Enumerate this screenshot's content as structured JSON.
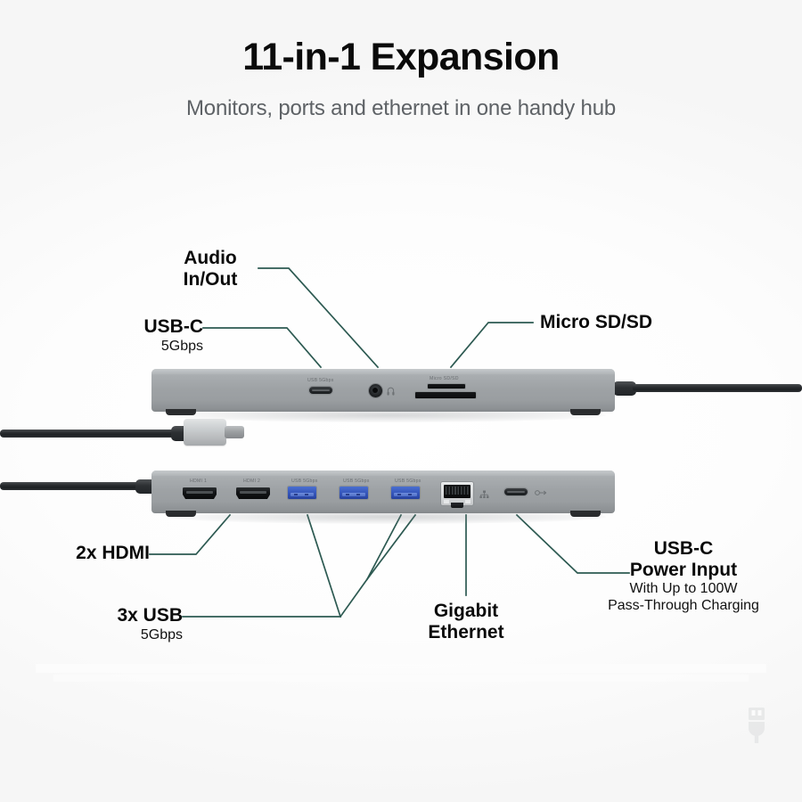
{
  "header": {
    "title": "11-in-1 Expansion",
    "subtitle": "Monitors, ports and ethernet in one handy hub"
  },
  "colors": {
    "leader_line": "#2d5a52",
    "title_text": "#0a0a0a",
    "subtitle_text": "#5e6266",
    "hub_body": "#9ea2a5",
    "usb_a_blue": "#3a5cc0",
    "background": "#ffffff"
  },
  "callouts": [
    {
      "id": "audio",
      "label": "Audio\nIn/Out",
      "line1": "Audio",
      "line2": "In/Out",
      "sub": ""
    },
    {
      "id": "usbc-data",
      "label": "USB-C",
      "line1": "USB-C",
      "line2": "",
      "sub": "5Gbps"
    },
    {
      "id": "microsd",
      "label": "Micro SD/SD",
      "line1": "Micro SD/SD",
      "line2": "",
      "sub": ""
    },
    {
      "id": "hdmi",
      "label": "2x HDMI",
      "line1": "2x HDMI",
      "line2": "",
      "sub": ""
    },
    {
      "id": "usb",
      "label": "3x USB",
      "line1": "3x USB",
      "line2": "",
      "sub": "5Gbps"
    },
    {
      "id": "ethernet",
      "label": "Gigabit Ethernet",
      "line1": "Gigabit",
      "line2": "Ethernet",
      "sub": ""
    },
    {
      "id": "power",
      "label": "USB-C Power Input",
      "line1": "USB-C",
      "line2": "Power Input",
      "sub_line1": "With Up to 100W",
      "sub_line2": "Pass-Through Charging"
    }
  ],
  "device_top": {
    "name": "hub-top-face",
    "port_labels": {
      "usbc": "USB 5Gbps",
      "cardreader": "Micro SD/SD"
    },
    "ports": [
      "usb-c-5gbps",
      "audio-jack-3.5mm",
      "microsd-slot",
      "sd-slot"
    ]
  },
  "device_bottom": {
    "name": "hub-port-face",
    "port_labels": {
      "hdmi1": "HDMI 1",
      "hdmi2": "HDMI 2",
      "usb_a_1": "USB 5Gbps",
      "usb_a_2": "USB 5Gbps",
      "usb_a_3": "USB 5Gbps"
    },
    "ports": [
      "hdmi-1",
      "hdmi-2",
      "usb-a-1",
      "usb-a-2",
      "usb-a-3",
      "rj45-ethernet",
      "usb-c-power-input"
    ]
  },
  "watermark": {
    "icon": "usb-plug-icon"
  }
}
